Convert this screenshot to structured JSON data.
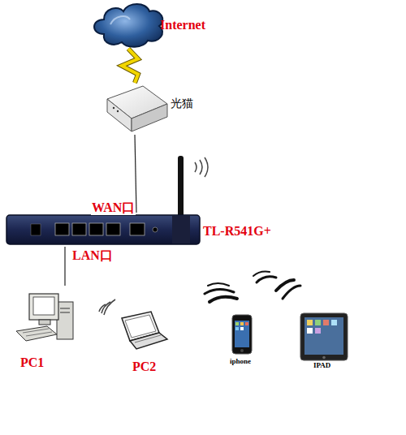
{
  "diagram": {
    "nodes": [
      {
        "text": [
          "Internet"
        ]
      },
      {
        "text": [
          "光猫"
        ]
      },
      {
        "text": [
          "TL-R541G+"
        ]
      },
      {
        "text": [
          "PC1"
        ]
      },
      {
        "text": [
          "PC2"
        ]
      },
      {
        "text": [
          "iphone"
        ]
      },
      {
        "text": [
          "IPAD"
        ]
      }
    ],
    "edges": [
      {
        "from": 0,
        "to": 1,
        "arrow": "none"
      },
      {
        "from": 1,
        "to": 2,
        "arrow": "none"
      },
      {
        "from": 2,
        "to": 3,
        "arrow": "none"
      }
    ],
    "labels": [
      "WAN口",
      "LAN口"
    ]
  }
}
